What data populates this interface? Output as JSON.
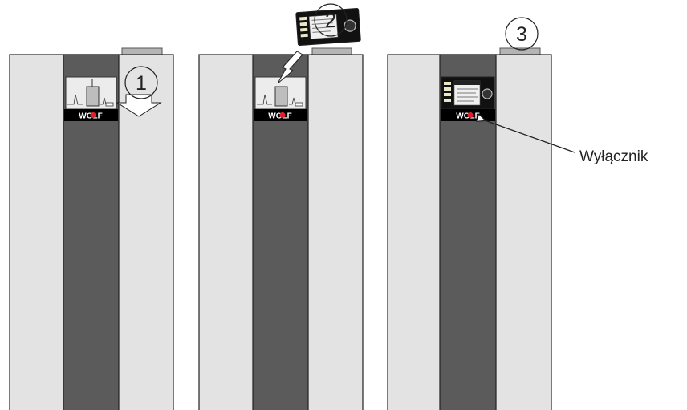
{
  "steps": [
    {
      "number": "1"
    },
    {
      "number": "2"
    },
    {
      "number": "3"
    }
  ],
  "brand": "WOLF",
  "callout": {
    "label": "Wyłącznik"
  },
  "colors": {
    "cabinet_light": "#e3e3e3",
    "cabinet_dark": "#5b5b5b",
    "outline": "#222222",
    "brand_bar": "#000000",
    "brand_dot": "#e0202a",
    "top_cap": "#b5b5b5"
  },
  "icons": [
    "arrow-down-icon",
    "insert-arrow-icon",
    "control-module-icon",
    "pointer-arrow-icon"
  ]
}
